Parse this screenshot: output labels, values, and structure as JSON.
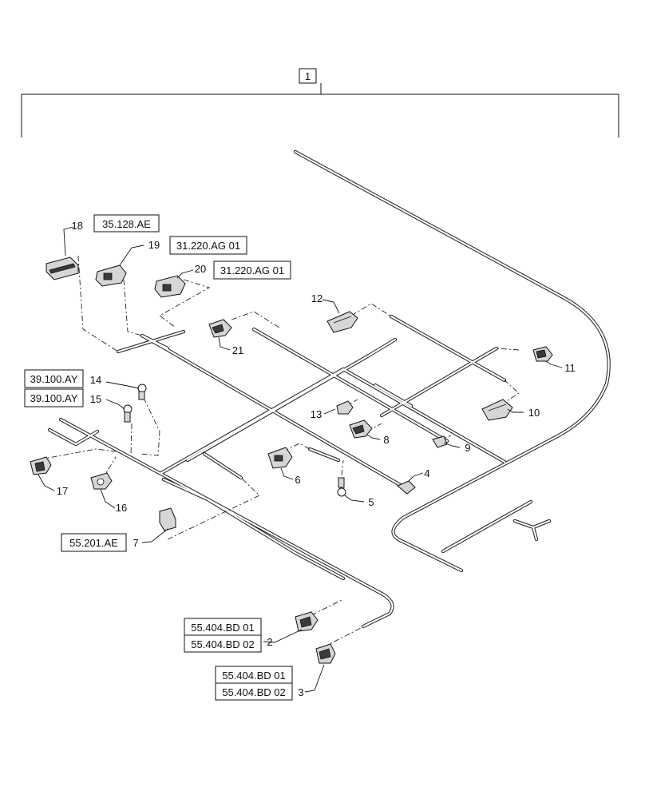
{
  "assembly": {
    "number": "1"
  },
  "callouts": [
    {
      "num": "18",
      "refs": [
        "35.128.AE"
      ]
    },
    {
      "num": "19",
      "refs": [
        "31.220.AG 01"
      ]
    },
    {
      "num": "20",
      "refs": [
        "31.220.AG 01"
      ]
    },
    {
      "num": "12",
      "refs": []
    },
    {
      "num": "21",
      "refs": []
    },
    {
      "num": "11",
      "refs": []
    },
    {
      "num": "14",
      "refs": [
        "39.100.AY"
      ]
    },
    {
      "num": "15",
      "refs": [
        "39.100.AY"
      ]
    },
    {
      "num": "13",
      "refs": []
    },
    {
      "num": "10",
      "refs": []
    },
    {
      "num": "8",
      "refs": []
    },
    {
      "num": "9",
      "refs": []
    },
    {
      "num": "17",
      "refs": []
    },
    {
      "num": "16",
      "refs": []
    },
    {
      "num": "6",
      "refs": []
    },
    {
      "num": "4",
      "refs": []
    },
    {
      "num": "5",
      "refs": []
    },
    {
      "num": "7",
      "refs": [
        "55.201.AE"
      ]
    },
    {
      "num": "2",
      "refs": [
        "55.404.BD 01",
        "55.404.BD 02"
      ]
    },
    {
      "num": "3",
      "refs": [
        "55.404.BD 01",
        "55.404.BD 02"
      ]
    }
  ]
}
